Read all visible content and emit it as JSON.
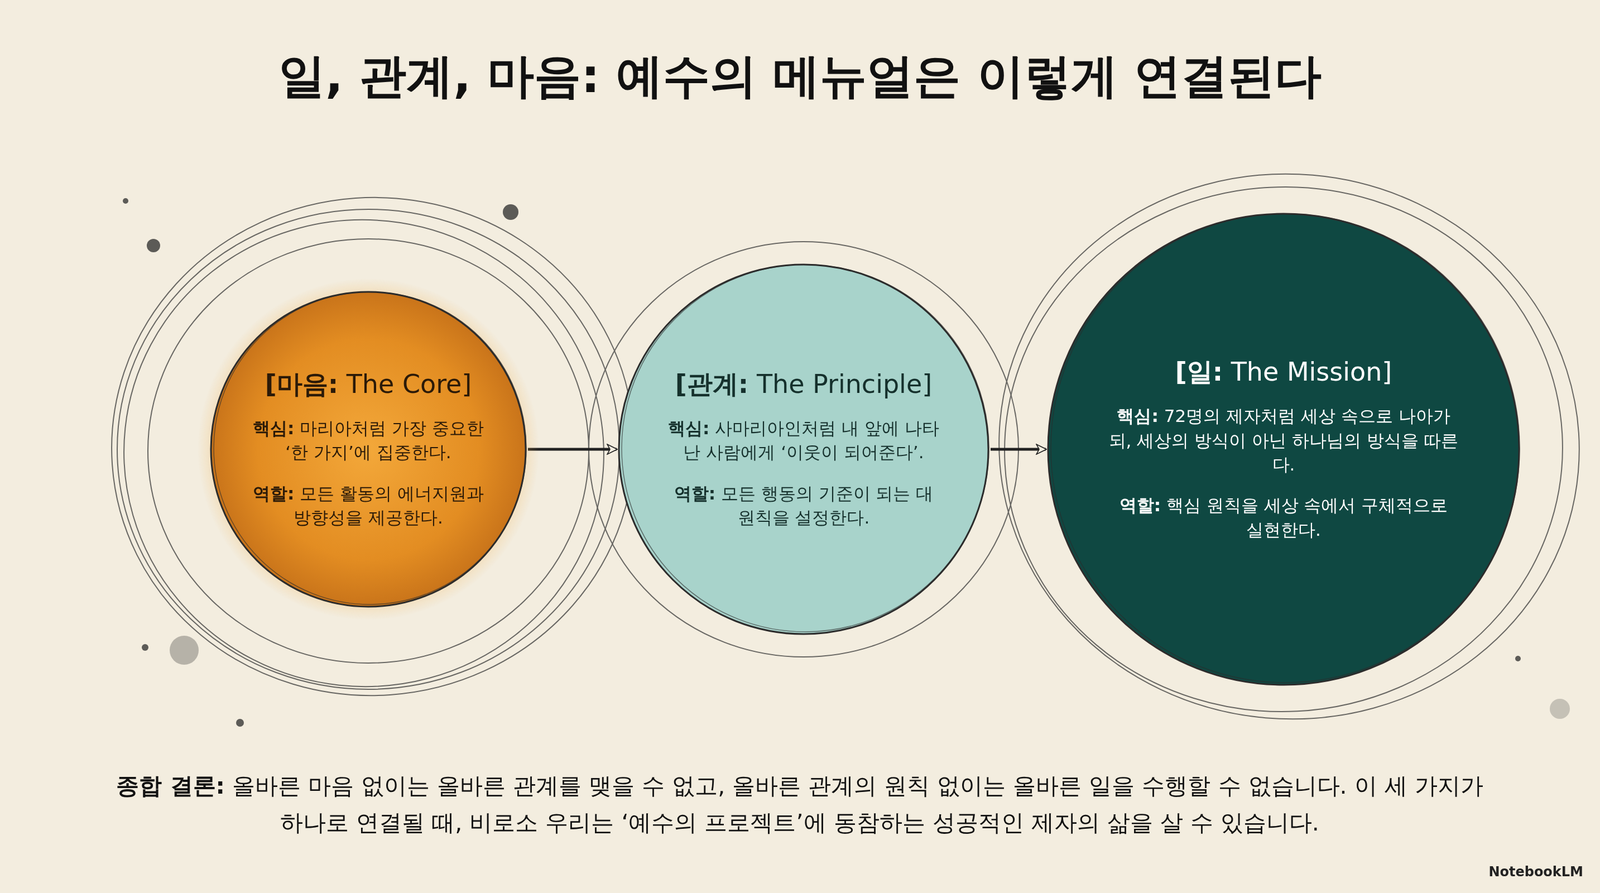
{
  "diagram": {
    "title": "일, 관계, 마음: 예수의 메뉴얼은 이렇게 연결된다",
    "caption": "종합 결론: 올바른 마음 없이는 올바른 관계를 맺을 수 없고, 올바른 관계의 원칙 없이는 올바른 일을 수행할 수 없습니다. 이 세 가지가 하나로 연결될 때, 비로소 우리는 ‘예수의 프로젝트’에 동참하는 성공적인 제자의 삶을 살 수 있습니다.",
    "nodes": [
      {
        "text": [
          "[마음: The Core]",
          "핵심: 마리아처럼 가장 중요한 ‘한 가지’에 집중한다.",
          "역할: 모든 활동의 에너지원과 방향성을 제공한다."
        ]
      },
      {
        "text": [
          "[관계: The Principle]",
          "핵심: 사마리아인처럼 내 앞에 나타난 사람에게 ‘이웃이 되어준다’.",
          "역할: 모든 행동의 기준이 되는 대원칙을 설정한다."
        ]
      },
      {
        "text": [
          "[일: The Mission]",
          "핵심: 72명의 제자처럼 세상 속으로 나아가되, 세상의 방식이 아닌 하나님의 방식을 따른다.",
          "역할: 핵심 원칙을 세상 속에서 구체적으로 실현한다."
        ]
      }
    ],
    "edges": [
      {
        "from": 0,
        "to": 1,
        "arrow": "to"
      },
      {
        "from": 1,
        "to": 2,
        "arrow": "to"
      }
    ],
    "labels": [
      "NotebookLM"
    ]
  }
}
